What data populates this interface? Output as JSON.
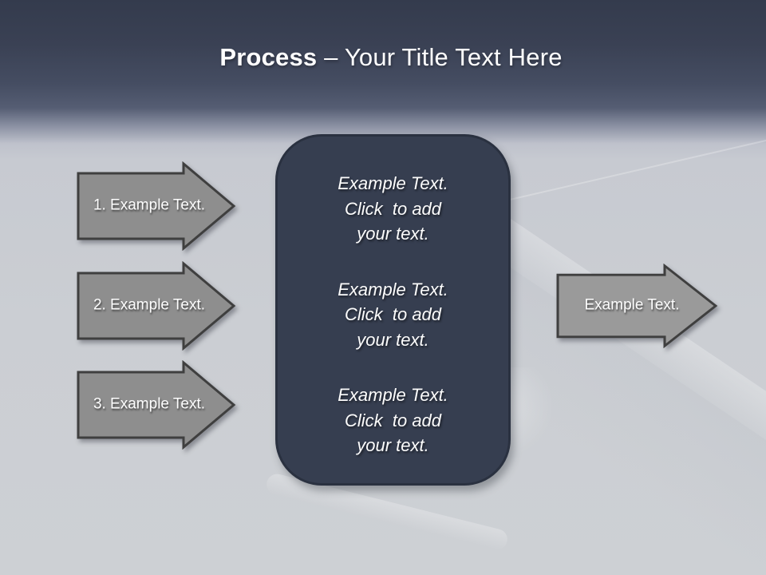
{
  "header": {
    "title_bold": "Process",
    "title_rest": " – Your Title Text Here"
  },
  "process_steps": [
    {
      "label": "1. Example Text."
    },
    {
      "label": "2. Example Text."
    },
    {
      "label": "3. Example Text."
    }
  ],
  "center_box": {
    "paragraphs": [
      "Example Text.\nClick  to add\nyour text.",
      "Example Text.\nClick  to add\nyour text.",
      "Example Text.\nClick  to add\nyour text."
    ]
  },
  "output_arrow": {
    "label": "Example Text."
  },
  "colors": {
    "header_top": "#343b4d",
    "header_mid": "#4a5268",
    "background": "#cdd0d4",
    "arrow_fill": "#8e8e8e",
    "arrow_fill_right": "#9a9a9a",
    "arrow_border": "#3f3f3f",
    "box_fill": "#363e50",
    "box_border": "#2a3140",
    "text": "#ffffff"
  }
}
